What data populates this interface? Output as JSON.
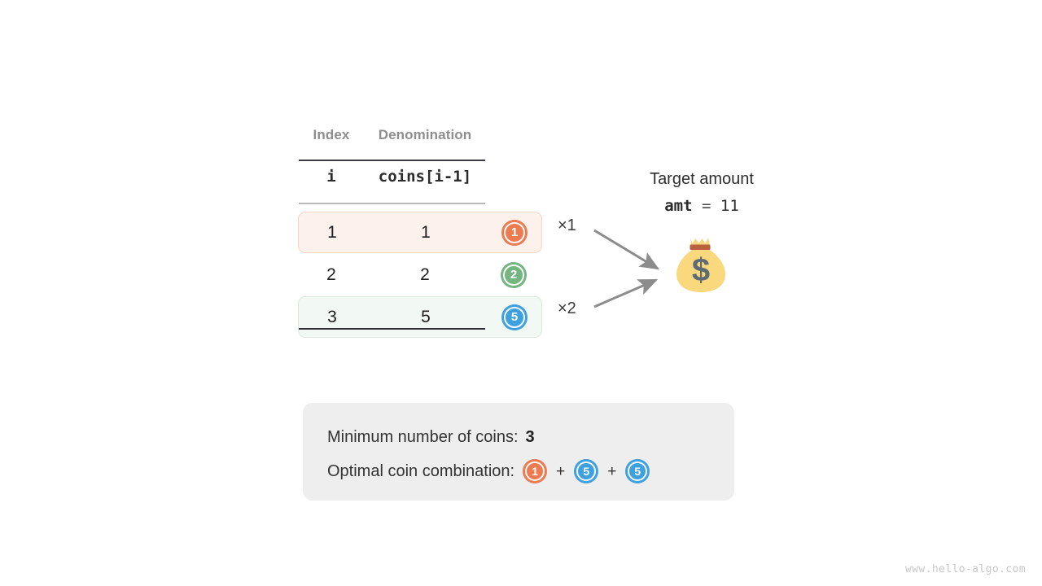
{
  "table": {
    "headers": {
      "index": "Index",
      "denomination": "Denomination"
    },
    "subheaders": {
      "index": "i",
      "denomination": "coins[i-1]"
    },
    "rows": [
      {
        "index": "1",
        "denom": "1",
        "coin_value": "1",
        "coin_color": "#ec7b51",
        "multiplier": "×1",
        "highlight": "orange"
      },
      {
        "index": "2",
        "denom": "2",
        "coin_value": "2",
        "coin_color": "#74b581",
        "multiplier": "",
        "highlight": "none"
      },
      {
        "index": "3",
        "denom": "5",
        "coin_value": "5",
        "coin_color": "#3fa0e0",
        "multiplier": "×2",
        "highlight": "green"
      }
    ]
  },
  "target": {
    "title": "Target amount",
    "var_name": "amt",
    "equals": "=",
    "value": "11",
    "bag_icon": "money-bag-icon"
  },
  "result": {
    "min_coins_label": "Minimum number of coins:",
    "min_coins_value": "3",
    "combination_label": "Optimal coin combination:",
    "combination": [
      {
        "value": "1",
        "color": "#ec7b51"
      },
      {
        "value": "5",
        "color": "#3fa0e0"
      },
      {
        "value": "5",
        "color": "#3fa0e0"
      }
    ],
    "plus": "+"
  },
  "watermark": "www.hello-algo.com",
  "colors": {
    "orange": "#ec7b51",
    "green": "#74b581",
    "blue": "#3fa0e0",
    "panel_bg": "#eeeeee",
    "row_orange_bg": "#fdf1ec",
    "row_green_bg": "#f2f8f3",
    "arrow": "#8c8c8c"
  }
}
